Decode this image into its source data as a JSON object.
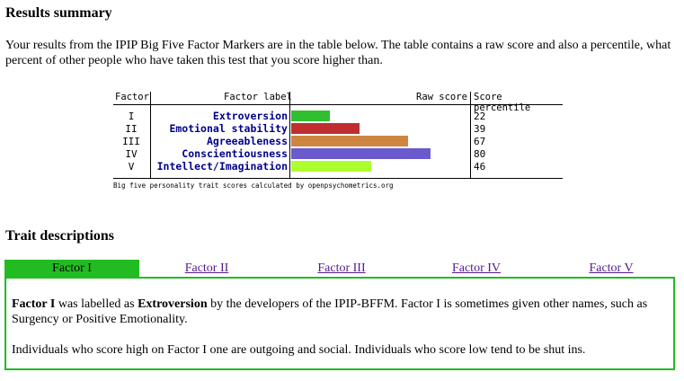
{
  "results": {
    "heading": "Results summary",
    "intro": "Your results from the IPIP Big Five Factor Markers are in the table below. The table contains a raw score and also a percentile, what percent of other people who have taken this test that you score higher than.",
    "columns": {
      "factor": "Factor",
      "label": "Factor label",
      "raw": "Raw score",
      "percentile": "Score percentile"
    },
    "rows": [
      {
        "numeral": "I",
        "label": "Extroversion",
        "percentile": "22",
        "color": "#2fbf2f"
      },
      {
        "numeral": "II",
        "label": "Emotional stability",
        "percentile": "39",
        "color": "#bf2f2f"
      },
      {
        "numeral": "III",
        "label": "Agreeableness",
        "percentile": "67",
        "color": "#cd853f"
      },
      {
        "numeral": "IV",
        "label": "Conscientiousness",
        "percentile": "80",
        "color": "#6a5acd"
      },
      {
        "numeral": "V",
        "label": "Intellect/Imagination",
        "percentile": "46",
        "color": "#adff2f"
      }
    ],
    "credit": "Big five personality trait scores calculated by openpsychometrics.org"
  },
  "traits": {
    "heading": "Trait descriptions",
    "tabs": [
      {
        "label": "Factor I",
        "active": true
      },
      {
        "label": "Factor II",
        "active": false
      },
      {
        "label": "Factor III",
        "active": false
      },
      {
        "label": "Factor IV",
        "active": false
      },
      {
        "label": "Factor V",
        "active": false
      }
    ],
    "panel": {
      "p1_factor": "Factor I",
      "p1_mid": " was labelled as ",
      "p1_name": "Extroversion",
      "p1_rest": " by the developers of the IPIP-BFFM. Factor I is sometimes given other names, such as Surgency or Positive Emotionality.",
      "p2": "Individuals who score high on Factor I one are outgoing and social. Individuals who score low tend to be shut ins."
    }
  },
  "chart_data": {
    "type": "bar",
    "categories": [
      "Extroversion",
      "Emotional stability",
      "Agreeableness",
      "Conscientiousness",
      "Intellect/Imagination"
    ],
    "values": [
      22,
      39,
      67,
      80,
      46
    ],
    "ylim": [
      0,
      100
    ],
    "title": "",
    "xlabel": "",
    "ylabel": ""
  }
}
